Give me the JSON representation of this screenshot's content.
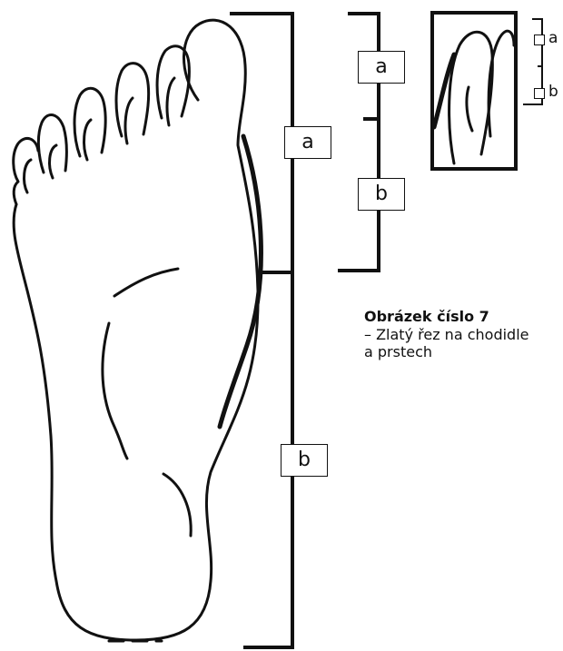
{
  "diagram": {
    "main_scale": {
      "upper_label": "a",
      "lower_label": "b"
    },
    "toe_scale": {
      "upper_label": "a",
      "lower_label": "b"
    },
    "inset_scale": {
      "upper_label": "a",
      "lower_label": "b"
    }
  },
  "caption": {
    "title": "Obrázek číslo 7",
    "line1": "– Zlatý řez na chodidle",
    "line2": "a prstech"
  }
}
